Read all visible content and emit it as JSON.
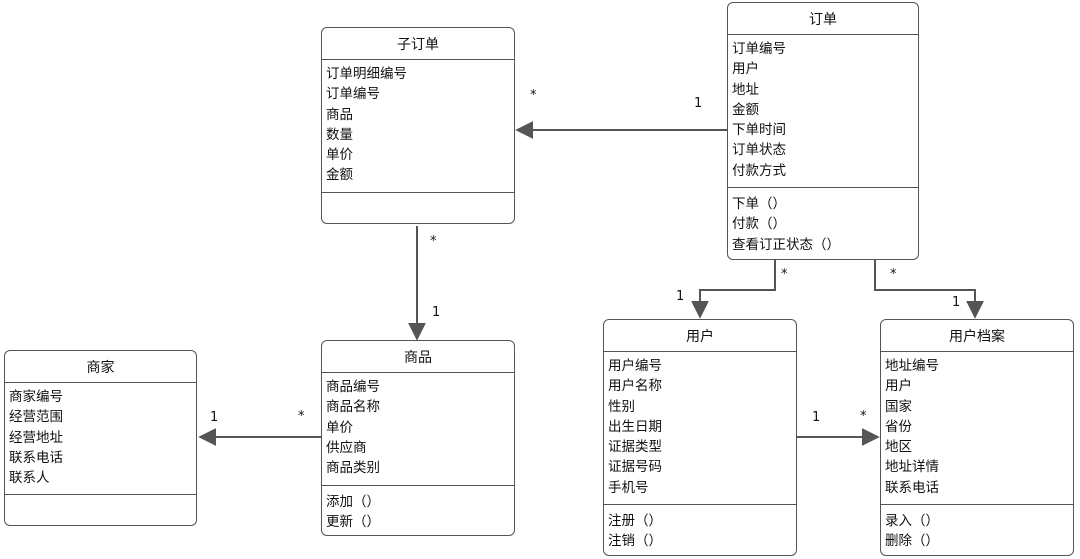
{
  "classes": {
    "suborder": {
      "title": "子订单",
      "attributes": [
        "订单明细编号",
        "订单编号",
        "商品",
        "数量",
        "单价",
        "金额"
      ],
      "operations": []
    },
    "order": {
      "title": "订单",
      "attributes": [
        "订单编号",
        "用户",
        "地址",
        "金额",
        "下单时间",
        "订单状态",
        "付款方式"
      ],
      "operations": [
        "下单（）",
        "付款（）",
        "查看订正状态（）"
      ]
    },
    "merchant": {
      "title": "商家",
      "attributes": [
        "商家编号",
        "经营范围",
        "经营地址",
        "联系电话",
        "联系人"
      ],
      "operations": []
    },
    "product": {
      "title": "商品",
      "attributes": [
        "商品编号",
        "商品名称",
        "单价",
        "供应商",
        "商品类别"
      ],
      "operations": [
        "添加（）",
        "更新（）"
      ]
    },
    "user": {
      "title": "用户",
      "attributes": [
        "用户编号",
        "用户名称",
        "性别",
        "出生日期",
        "证据类型",
        "证据号码",
        "手机号"
      ],
      "operations": [
        "注册（）",
        "注销（）"
      ]
    },
    "profile": {
      "title": "用户档案",
      "attributes": [
        "地址编号",
        "用户",
        "国家",
        "省份",
        "地区",
        "地址详情",
        "联系电话"
      ],
      "operations": [
        "录入（）",
        "删除（）"
      ]
    }
  },
  "associations": {
    "order_suborder": {
      "source": "1",
      "target": "*"
    },
    "suborder_product": {
      "source": "*",
      "target": "1"
    },
    "product_merchant": {
      "source": "*",
      "target": "1"
    },
    "order_user": {
      "source": "*",
      "target": "1"
    },
    "order_profile": {
      "source": "*",
      "target": "1"
    },
    "user_profile": {
      "source": "1",
      "target": "*"
    }
  },
  "colors": {
    "line": "#555555",
    "text": "#111111",
    "background": "#ffffff"
  }
}
